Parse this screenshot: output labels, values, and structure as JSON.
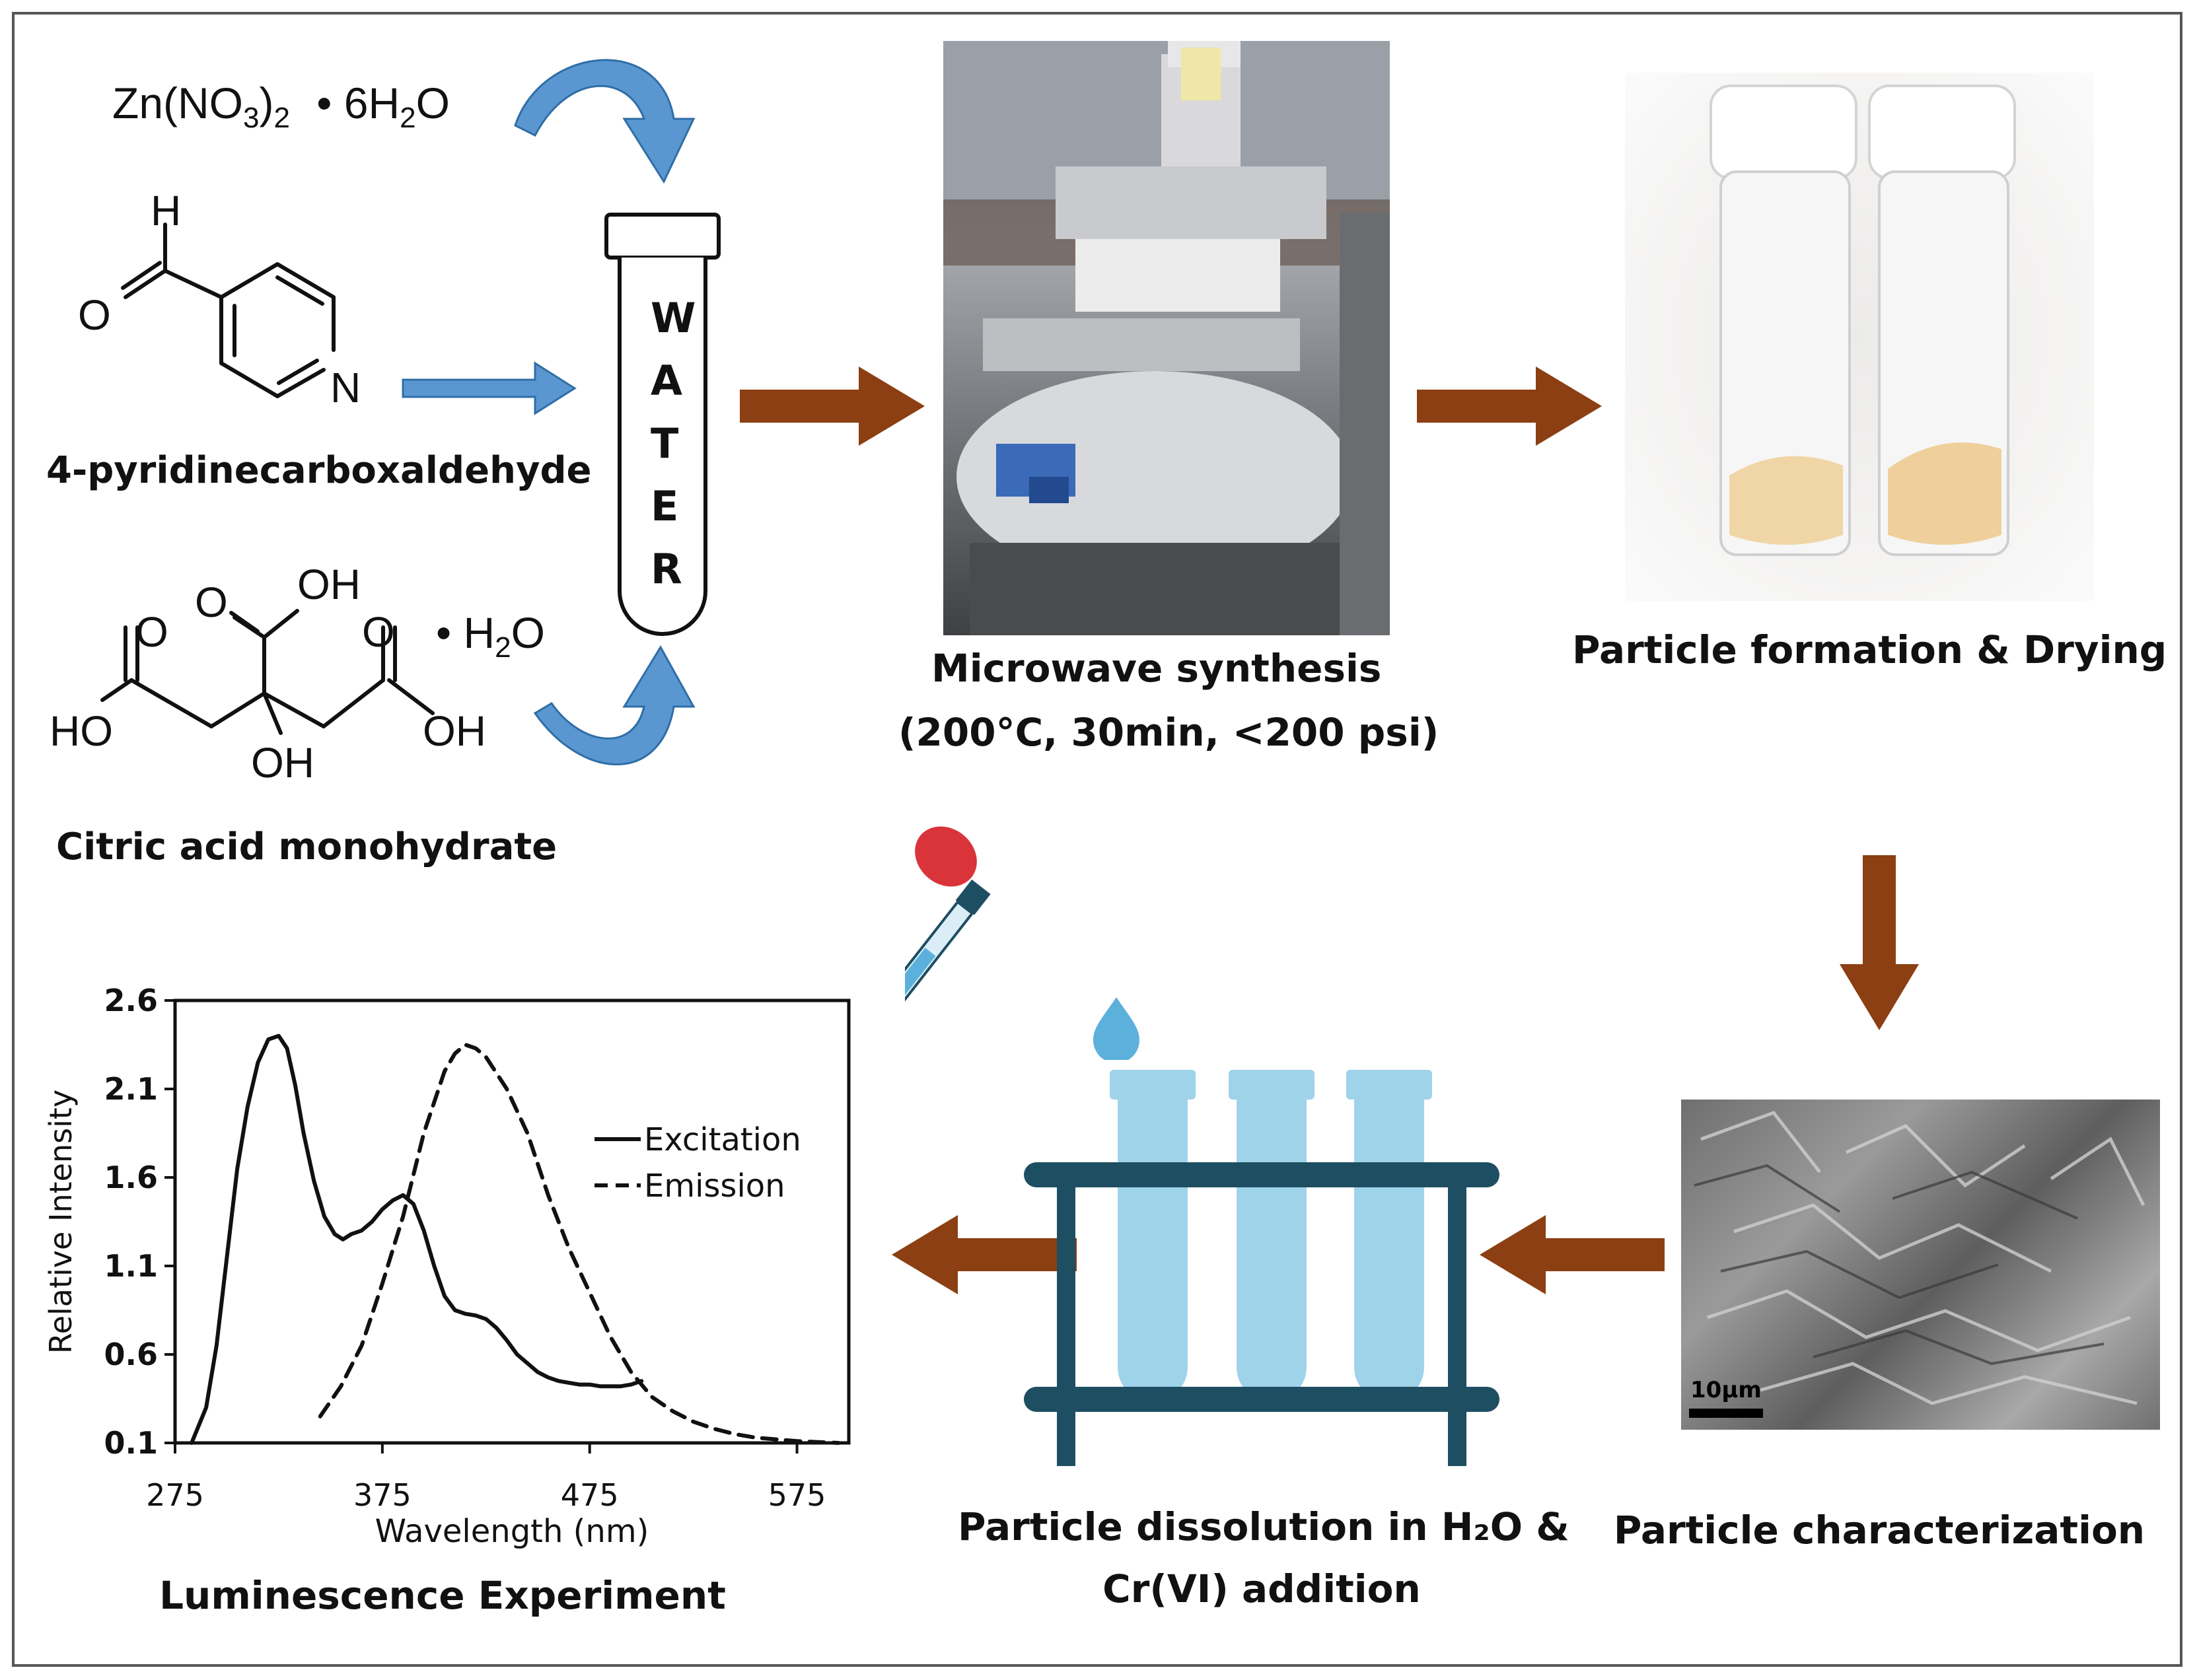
{
  "reagents": {
    "zinc_salt": {
      "formula_prefix": "Zn(NO",
      "sub1": "3",
      "close": ")",
      "sub2": "2",
      "dot": "•",
      "hydrate": "6H",
      "sub3": "2",
      "tail": "O"
    },
    "aldehyde": {
      "atom_H": "H",
      "atom_O": "O",
      "atom_N": "N",
      "name": "4-pyridinecarboxaldehyde"
    },
    "citric": {
      "oh1": "OH",
      "o1": "O",
      "o2": "O",
      "o3": "O",
      "ho": "HO",
      "oh2": "OH",
      "oh3": "OH",
      "dot": "•",
      "hydrate": "H",
      "sub": "2",
      "tail": "O",
      "name": "Citric acid monohydrate"
    }
  },
  "vessel": {
    "letters": [
      "W",
      "A",
      "T",
      "E",
      "R"
    ]
  },
  "steps": {
    "microwave": {
      "line1": "Microwave synthesis",
      "line2": "(200°C, 30min, <200 psi)"
    },
    "drying": {
      "label": "Particle formation & Drying"
    },
    "characterization": {
      "label": "Particle characterization",
      "scale_bar": "10µm"
    },
    "dissolution": {
      "line1": "Particle dissolution in H₂O &",
      "line2": "Cr(VI) addition"
    },
    "luminescence": {
      "label": "Luminescence Experiment"
    }
  },
  "colors": {
    "arrow_brown": "#8b3f12",
    "arrow_blue": "#5a97d1",
    "rack": "#1e4e62",
    "tube": "#9fd3ea"
  },
  "chart_data": {
    "type": "line",
    "title": "",
    "xlabel": "Wavelength (nm)",
    "ylabel": "Relative Intensity",
    "xlim": [
      275,
      600
    ],
    "ylim": [
      0.1,
      2.6
    ],
    "xticks": [
      275,
      375,
      475,
      575
    ],
    "yticks": [
      0.1,
      0.6,
      1.1,
      1.6,
      2.1,
      2.6
    ],
    "tick_labels_x": [
      "275",
      "375",
      "475",
      "575"
    ],
    "tick_labels_y": [
      "0.1",
      "0.6",
      "1.1",
      "1.6",
      "2.1",
      "2.6"
    ],
    "grid": false,
    "legend": "inside-right",
    "series": [
      {
        "name": "Excitation",
        "style": "solid",
        "x": [
          283,
          290,
          295,
          300,
          305,
          310,
          315,
          320,
          325,
          329,
          333,
          337,
          342,
          347,
          352,
          356,
          360,
          365,
          370,
          375,
          380,
          385,
          390,
          395,
          400,
          405,
          410,
          415,
          420,
          425,
          430,
          435,
          440,
          445,
          450,
          455,
          460,
          465,
          470,
          475,
          480,
          485,
          490,
          495,
          500
        ],
        "y": [
          0.1,
          0.3,
          0.65,
          1.15,
          1.65,
          2.0,
          2.25,
          2.38,
          2.4,
          2.33,
          2.12,
          1.85,
          1.58,
          1.38,
          1.28,
          1.25,
          1.28,
          1.3,
          1.35,
          1.42,
          1.47,
          1.5,
          1.45,
          1.3,
          1.1,
          0.93,
          0.85,
          0.83,
          0.82,
          0.8,
          0.75,
          0.68,
          0.6,
          0.55,
          0.5,
          0.47,
          0.45,
          0.44,
          0.43,
          0.43,
          0.42,
          0.42,
          0.42,
          0.43,
          0.45
        ]
      },
      {
        "name": "Emission",
        "style": "dashed",
        "x": [
          345,
          355,
          365,
          375,
          385,
          395,
          405,
          410,
          415,
          420,
          425,
          435,
          445,
          455,
          465,
          475,
          485,
          495,
          505,
          515,
          525,
          535,
          545,
          555,
          565,
          575,
          585,
          595
        ],
        "y": [
          0.25,
          0.42,
          0.65,
          1.0,
          1.38,
          1.85,
          2.2,
          2.3,
          2.35,
          2.33,
          2.28,
          2.1,
          1.85,
          1.5,
          1.2,
          0.95,
          0.7,
          0.5,
          0.36,
          0.28,
          0.22,
          0.18,
          0.15,
          0.13,
          0.12,
          0.11,
          0.105,
          0.1
        ]
      }
    ]
  }
}
